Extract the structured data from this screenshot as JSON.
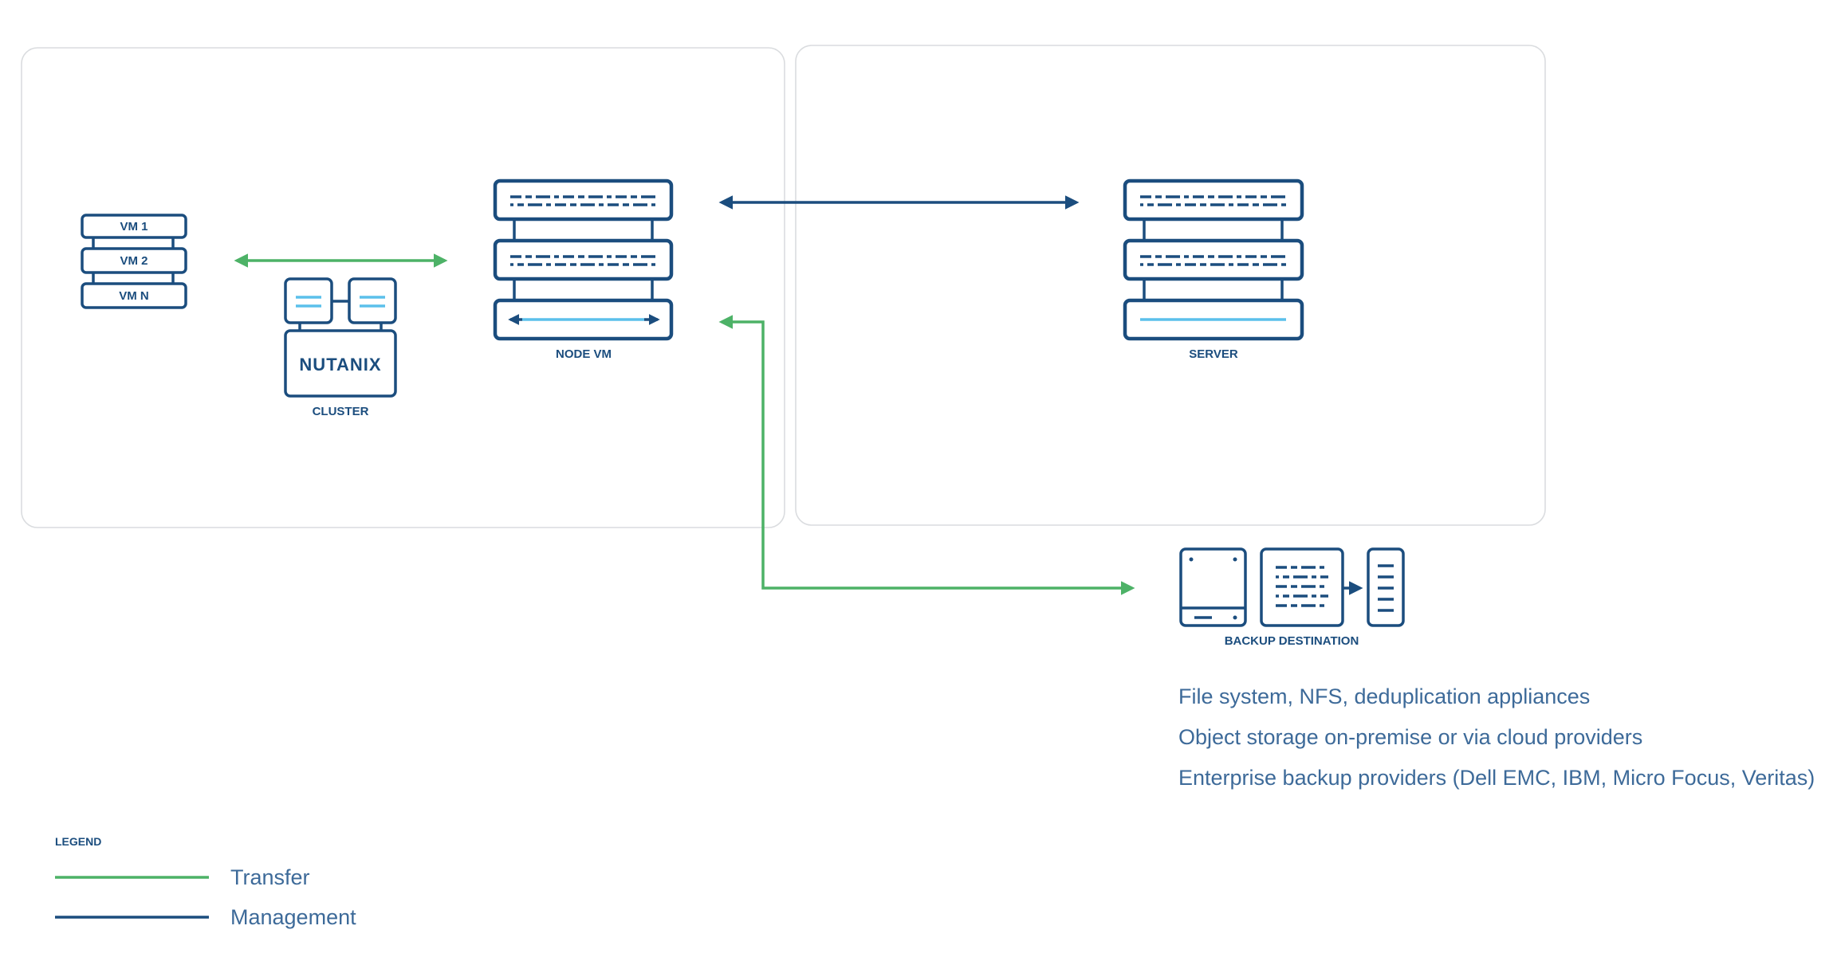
{
  "colors": {
    "transfer": "#4db267",
    "management": "#1b4d7e",
    "accent": "#5bc0eb",
    "panel_border": "#dadcdf"
  },
  "nodes": {
    "vms": [
      "VM 1",
      "VM 2",
      "VM N"
    ],
    "cluster_logo": "NUTANIX",
    "cluster_label": "CLUSTER",
    "node_vm_label": "NODE VM",
    "server_label": "SERVER",
    "backup_label": "BACKUP DESTINATION"
  },
  "backup_options": [
    "File system, NFS, deduplication appliances",
    "Object storage on-premise or via cloud providers",
    "Enterprise backup providers (Dell EMC, IBM, Micro Focus, Veritas)"
  ],
  "legend": {
    "title": "LEGEND",
    "items": [
      {
        "label": "Transfer",
        "color": "#4db267"
      },
      {
        "label": "Management",
        "color": "#1b4d7e"
      }
    ]
  }
}
